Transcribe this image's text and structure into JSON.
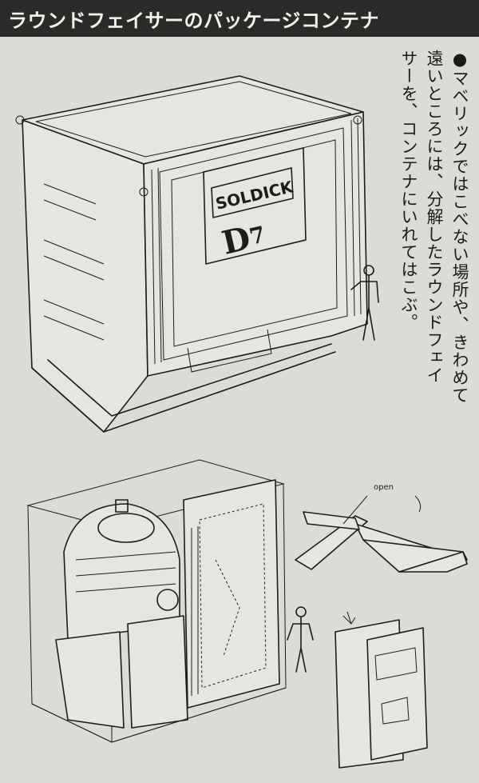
{
  "header": {
    "title": "ラウンドフェイサーのパッケージコンテナ"
  },
  "caption": {
    "lines": [
      "●マベリックではこべない場所や、きわめて",
      "遠いところには、分解したラウンドフェイ",
      "サーを、コンテナにいれてはこぶ。"
    ]
  },
  "illustrations": {
    "container_logo_top": "SOLDICK",
    "container_logo_code": "D",
    "container_logo_number": "7",
    "open_label": "open"
  },
  "colors": {
    "header_bg": "#2b2a29",
    "header_text": "#f4f3ee",
    "paper": "#dcdbd6",
    "ink": "#1c1c1c"
  }
}
